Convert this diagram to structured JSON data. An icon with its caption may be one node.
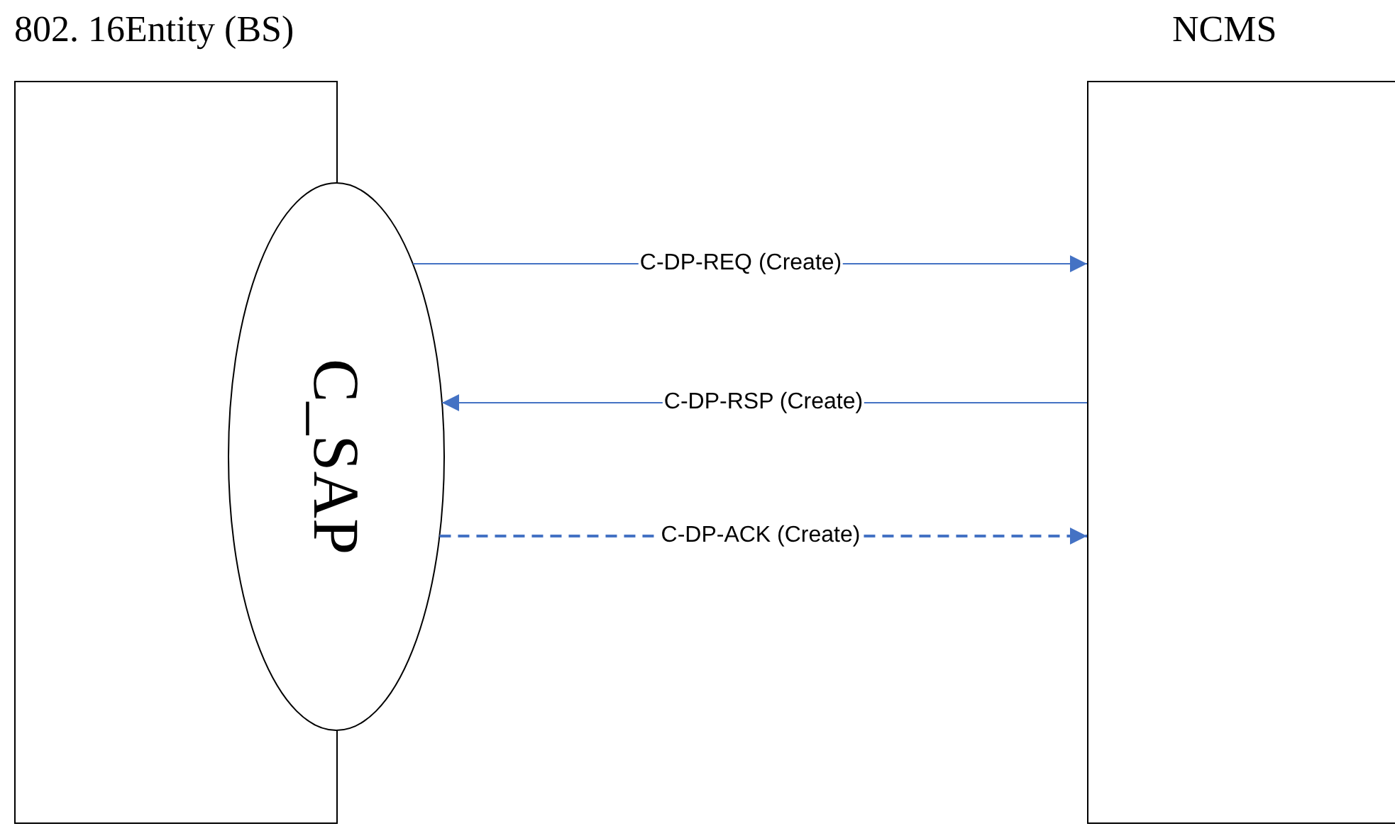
{
  "diagram": {
    "nodes": [
      {
        "text": [
          "802. 16Entity (BS)"
        ]
      },
      {
        "text": [
          "NCMS"
        ]
      },
      {
        "text": [
          "C_SAP"
        ]
      }
    ],
    "edges": [
      {
        "from": 2,
        "to": 1,
        "arrow": "to",
        "label": "C-DP-REQ (Create)"
      },
      {
        "from": 1,
        "to": 2,
        "arrow": "to",
        "label": "C-DP-RSP (Create)"
      },
      {
        "from": 2,
        "to": 1,
        "arrow": "to",
        "label": "C-DP-ACK (Create)",
        "style": "dashed"
      }
    ]
  }
}
